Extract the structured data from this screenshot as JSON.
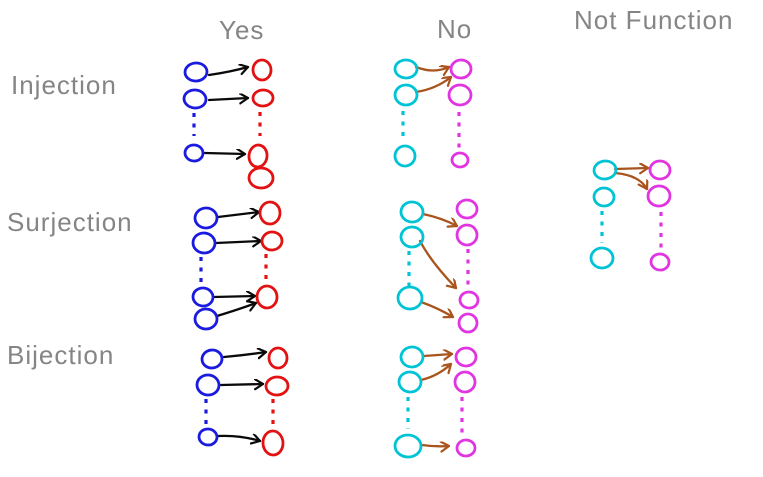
{
  "columns": [
    {
      "label": "Yes"
    },
    {
      "label": "No"
    },
    {
      "label": "Not Function"
    }
  ],
  "rows": [
    {
      "label": "Injection"
    },
    {
      "label": "Surjection"
    },
    {
      "label": "Bijection"
    }
  ],
  "palette": {
    "blue": "#1b1be0",
    "red": "#e31212",
    "cyan": "#00c3d5",
    "magenta": "#e035e0",
    "black": "#0a0a0a",
    "brown": "#a9541c",
    "label_gray": "#858585"
  },
  "figure": {
    "cells": [
      {
        "name": "injection-yes",
        "left_color": "blue",
        "right_color": "red",
        "arrow_color": "black",
        "left_nodes": [
          [
            196,
            72,
            11,
            9
          ],
          [
            195,
            99,
            11,
            9
          ],
          [
            194,
            153,
            9,
            8
          ]
        ],
        "right_nodes": [
          [
            262,
            70,
            9,
            10
          ],
          [
            263,
            98,
            10,
            8
          ],
          [
            258,
            156,
            9,
            11
          ],
          [
            261,
            178,
            12,
            10
          ]
        ],
        "left_dots": [
          194,
          113,
          136
        ],
        "right_dots": [
          260,
          112,
          136
        ],
        "arrows": [
          [
            209,
            75,
            248,
            67,
            230,
            72
          ],
          [
            209,
            100,
            248,
            98
          ],
          [
            205,
            153,
            245,
            154
          ]
        ]
      },
      {
        "name": "injection-no",
        "left_color": "cyan",
        "right_color": "magenta",
        "arrow_color": "brown",
        "left_nodes": [
          [
            406,
            69,
            11,
            9
          ],
          [
            406,
            95,
            11,
            10
          ],
          [
            405,
            156,
            10,
            10
          ]
        ],
        "right_nodes": [
          [
            461,
            69,
            10,
            9
          ],
          [
            460,
            95,
            11,
            10
          ],
          [
            460,
            160,
            8,
            7
          ]
        ],
        "left_dots": [
          403,
          111,
          139
        ],
        "right_dots": [
          459,
          112,
          148
        ],
        "arrows": [
          [
            416,
            67,
            449,
            67,
            434,
            74
          ],
          [
            416,
            92,
            451,
            77,
            436,
            89
          ]
        ]
      },
      {
        "name": "not-function",
        "left_color": "cyan",
        "right_color": "magenta",
        "arrow_color": "brown",
        "left_nodes": [
          [
            605,
            170,
            11,
            9
          ],
          [
            604,
            197,
            10,
            9
          ],
          [
            602,
            258,
            11,
            10
          ]
        ],
        "right_nodes": [
          [
            660,
            170,
            10,
            9
          ],
          [
            659,
            196,
            11,
            10
          ],
          [
            660,
            262,
            9,
            8
          ]
        ],
        "left_dots": [
          602,
          211,
          243
        ],
        "right_dots": [
          661,
          212,
          253
        ],
        "arrows": [
          [
            615,
            169,
            648,
            168
          ],
          [
            615,
            173,
            647,
            189,
            639,
            175
          ]
        ]
      },
      {
        "name": "surjection-yes",
        "left_color": "blue",
        "right_color": "red",
        "arrow_color": "black",
        "left_nodes": [
          [
            206,
            218,
            11,
            10
          ],
          [
            204,
            243,
            11,
            10
          ],
          [
            203,
            297,
            10,
            9
          ],
          [
            206,
            319,
            11,
            10
          ]
        ],
        "right_nodes": [
          [
            270,
            213,
            10,
            11
          ],
          [
            272,
            241,
            10,
            9
          ],
          [
            267,
            297,
            10,
            11
          ]
        ],
        "left_dots": [
          201,
          257,
          282
        ],
        "right_dots": [
          266,
          254,
          286
        ],
        "arrows": [
          [
            218,
            217,
            259,
            212
          ],
          [
            216,
            243,
            261,
            241
          ],
          [
            214,
            297,
            255,
            296
          ],
          [
            217,
            316,
            256,
            303,
            240,
            309
          ]
        ]
      },
      {
        "name": "surjection-no",
        "left_color": "cyan",
        "right_color": "magenta",
        "arrow_color": "brown",
        "left_nodes": [
          [
            412,
            212,
            11,
            10
          ],
          [
            412,
            237,
            11,
            10
          ],
          [
            410,
            298,
            12,
            11
          ]
        ],
        "right_nodes": [
          [
            467,
            209,
            10,
            9
          ],
          [
            467,
            235,
            10,
            10
          ],
          [
            469,
            300,
            9,
            8
          ],
          [
            468,
            323,
            9,
            9
          ]
        ],
        "left_dots": [
          409,
          251,
          286
        ],
        "right_dots": [
          468,
          249,
          292
        ],
        "arrows": [
          [
            423,
            214,
            457,
            226,
            442,
            218
          ],
          [
            420,
            241,
            456,
            288,
            431,
            262
          ],
          [
            421,
            302,
            453,
            317,
            438,
            308
          ]
        ]
      },
      {
        "name": "bijection-yes",
        "left_color": "blue",
        "right_color": "red",
        "arrow_color": "black",
        "left_nodes": [
          [
            212,
            359,
            10,
            9
          ],
          [
            208,
            385,
            11,
            10
          ],
          [
            208,
            437,
            9,
            8
          ]
        ],
        "right_nodes": [
          [
            278,
            358,
            9,
            10
          ],
          [
            277,
            386,
            11,
            9
          ],
          [
            273,
            443,
            10,
            12
          ]
        ],
        "left_dots": [
          206,
          399,
          426
        ],
        "right_dots": [
          273,
          399,
          427
        ],
        "arrows": [
          [
            224,
            357,
            266,
            352,
            246,
            355
          ],
          [
            221,
            385,
            263,
            384
          ],
          [
            218,
            436,
            260,
            441,
            240,
            435
          ]
        ]
      },
      {
        "name": "bijection-no",
        "left_color": "cyan",
        "right_color": "magenta",
        "arrow_color": "brown",
        "left_nodes": [
          [
            412,
            357,
            11,
            10
          ],
          [
            410,
            382,
            11,
            10
          ],
          [
            408,
            446,
            13,
            11
          ]
        ],
        "right_nodes": [
          [
            466,
            357,
            10,
            9
          ],
          [
            465,
            382,
            10,
            10
          ],
          [
            466,
            448,
            9,
            8
          ]
        ],
        "left_dots": [
          408,
          397,
          429
        ],
        "right_dots": [
          462,
          397,
          437
        ],
        "arrows": [
          [
            424,
            356,
            452,
            354
          ],
          [
            421,
            380,
            451,
            364,
            438,
            376
          ],
          [
            422,
            445,
            449,
            446,
            436,
            447
          ]
        ]
      }
    ]
  }
}
